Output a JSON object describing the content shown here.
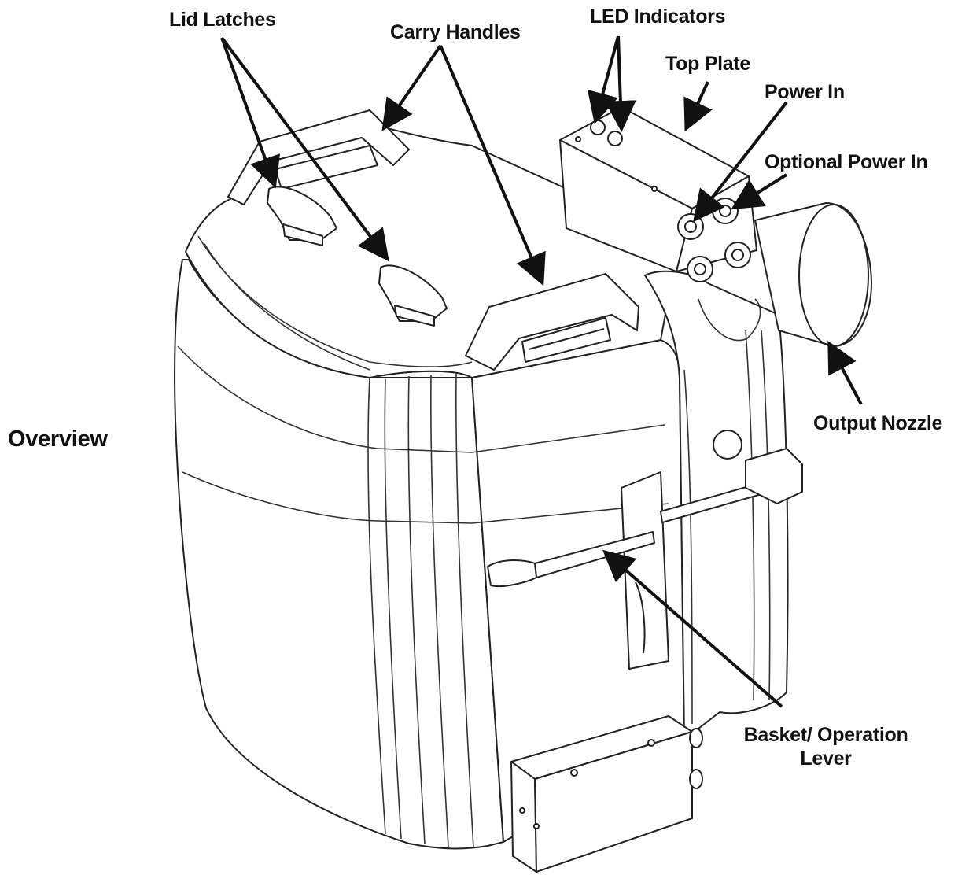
{
  "title": "Overview",
  "labels": {
    "lid_latches": "Lid Latches",
    "carry_handles": "Carry Handles",
    "led_indicators": "LED Indicators",
    "top_plate": "Top Plate",
    "power_in": "Power In",
    "optional_power_in": "Optional Power In",
    "output_nozzle": "Output Nozzle",
    "basket_line1": "Basket/ Operation",
    "basket_line2": "Lever"
  },
  "colors": {
    "ink": "#111111",
    "background": "#ffffff"
  }
}
